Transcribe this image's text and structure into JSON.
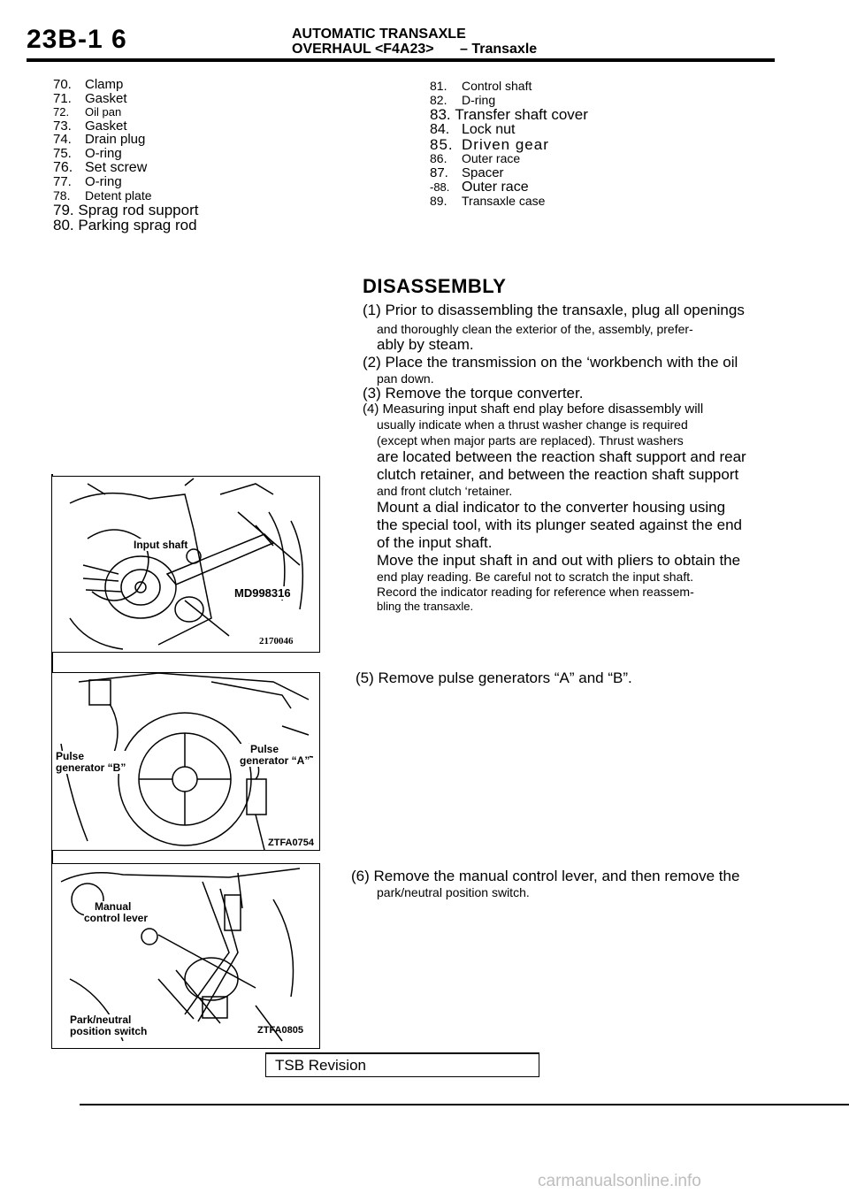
{
  "header": {
    "page_number": "23B-1 6",
    "section": "AUTOMATIC  TRANSAXLE",
    "subsection": "OVERHAUL <F4A23>",
    "topic": "– Transaxle"
  },
  "parts_left": [
    {
      "num": "70.",
      "name": "Clamp"
    },
    {
      "num": "71.",
      "name": "Gasket"
    },
    {
      "num": "72.",
      "name": "Oil  pan"
    },
    {
      "num": "73.",
      "name": "Gasket"
    },
    {
      "num": "74.",
      "name": "Drain  plug"
    },
    {
      "num": "75.",
      "name": "O-ring"
    },
    {
      "num": "76.",
      "name": "Set screw"
    },
    {
      "num": "77.",
      "name": "O-ring"
    },
    {
      "num": "78.",
      "name": "Detent  plate"
    },
    {
      "num": "79.",
      "name": "Sprag rod support"
    },
    {
      "num": "80.",
      "name": "Parking sprag rod"
    }
  ],
  "parts_right": [
    {
      "num": "81.",
      "name": "Control  shaft"
    },
    {
      "num": "82.",
      "name": "D-ring"
    },
    {
      "num": "83.",
      "name": "Transfer shaft cover"
    },
    {
      "num": "84.",
      "name": "Lock nut"
    },
    {
      "num": "85.",
      "name": "Driven gear"
    },
    {
      "num": "86.",
      "name": "Outer  race"
    },
    {
      "num": "87.",
      "name": "Spacer"
    },
    {
      "num": "-88.",
      "name": "Outer race"
    },
    {
      "num": "89.",
      "name": "Transaxle  case"
    }
  ],
  "section_title": "DISASSEMBLY",
  "steps": {
    "s1a": "(1) Prior to disassembling the transaxle, plug all openings",
    "s1b": "and thoroughly clean the exterior of the, assembly, prefer-",
    "s1c": "ably by steam.",
    "s2a": "(2) Place the transmission on the ‘workbench with the oil",
    "s2b": "pan  down.",
    "s3": "(3) Remove the torque converter.",
    "s4a": "(4) Measuring input shaft end play before disassembly will",
    "s4b": "usually indicate when a thrust washer change is required",
    "s4c": "(except when major parts are replaced). Thrust washers",
    "s4d": "are located between the reaction shaft support and rear",
    "s4e": "clutch retainer, and between the reaction shaft support",
    "s4f": "and front clutch ‘retainer.",
    "s4g": "Mount a dial indicator to the converter housing using",
    "s4h": "the special tool, with its plunger seated against the end",
    "s4i": "of the input shaft.",
    "s4j": "Move the input shaft in and out with pliers to obtain the",
    "s4k": "end play reading. Be careful not to scratch the input shaft.",
    "s4l": "Record the indicator reading for reference when reassem-",
    "s4m": "bling  the  transaxle.",
    "s5": "(5) Remove pulse generators “A” and “B”.",
    "s6a": "(6) Remove the manual control lever, and then remove the",
    "s6b": "park/neutral  position  switch."
  },
  "figures": {
    "fig1": {
      "label_input_shaft": "Input shaft",
      "label_tool": "MD998316",
      "code": "2170046"
    },
    "fig2": {
      "label_pulse_b_1": "Pulse",
      "label_pulse_b_2": "generator “B”",
      "label_pulse_a_1": "Pulse",
      "label_pulse_a_2": "generator “A”",
      "code": "ZTFA0754"
    },
    "fig3": {
      "label_manual_1": "Manual",
      "label_manual_2": "control lever",
      "label_switch_1": "Park/neutral",
      "label_switch_2": "position switch",
      "code": "ZTFA0805"
    }
  },
  "footer": {
    "tsb": "TSB Revision"
  },
  "watermark": "carmanualsonline.info"
}
